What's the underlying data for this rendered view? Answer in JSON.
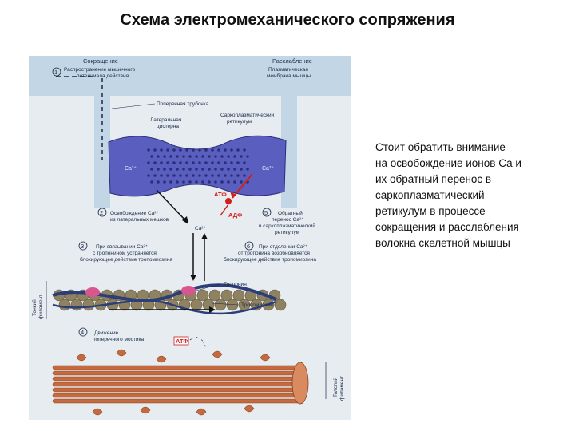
{
  "title": "Схема электромеханического сопряжения",
  "caption_lines": [
    "Стоит обратить внимание",
    "на освобождение ионов Са и",
    "их обратный перенос в",
    "саркоплазматический",
    "ретикулум в процессе",
    "сокращения и расслабления",
    "волокна скелетной мышцы"
  ],
  "diagram": {
    "header_left": "Сокращение",
    "header_right": "Расслабление",
    "step1_number": "1",
    "step1_text": [
      "Распространение мышечного",
      "потенциала действия"
    ],
    "membrane_label": [
      "Плазматическая",
      "мембрана мышцы"
    ],
    "t_tubule": "Поперечная трубочка",
    "lateral_cistern": [
      "Латеральная",
      "цистерна"
    ],
    "sarcoplasmic_reticulum": [
      "Саркоплазматический",
      "ретикулум"
    ],
    "ca_left": "Ca²⁺",
    "ca_right": "Ca²⁺",
    "atp": "АТФ",
    "adp": "АДФ",
    "ca_arrow": "Ca²⁺",
    "step2_number": "2",
    "step2_text": [
      "Освобождение Ca²⁺",
      "из латеральных мешков"
    ],
    "step5_number": "5",
    "step5_text": [
      "Обратный",
      "перенос Ca²⁺",
      "в саркоплазматический",
      "ретикулум"
    ],
    "step3_number": "3",
    "step3_text": [
      "При связывании Ca²⁺",
      "с тропонином устраняется",
      "блокирующее действие тропомиозина"
    ],
    "step6_number": "6",
    "step6_text": [
      "При отделении Ca²⁺",
      "от тропонина возобновляется",
      "блокирующее действие тропомиозина"
    ],
    "troponin": "Тропонин",
    "tropomyosin": "Тропомиозин",
    "thin_filament": [
      "Тонкий",
      "филамент"
    ],
    "step4_number": "4",
    "step4_text": [
      "Движение",
      "поперечного мостика"
    ],
    "atp2": "АТФ",
    "thick_filament": [
      "Толстый",
      "филамент"
    ]
  },
  "colors": {
    "sr_fill": "#5a5fbf",
    "sr_dots": "#2a2f78",
    "membrane": "#c2d6e6",
    "atp_red": "#d0201a",
    "actin_bead": "#8f8260",
    "troponin": "#d9558f",
    "tropomyosin": "#2c3e7a",
    "myosin": "#c46a3e",
    "background": "#e7ecf1"
  }
}
